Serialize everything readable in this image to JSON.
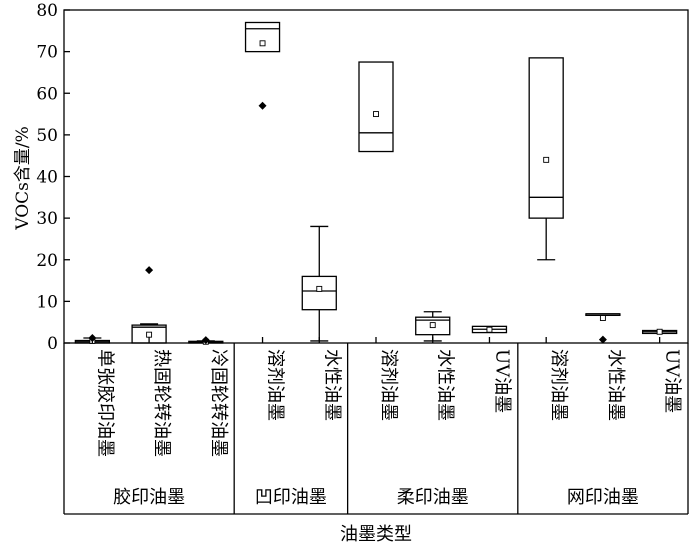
{
  "chart_data": {
    "type": "box",
    "title": "",
    "ylabel": "VOCs含量/%",
    "xlabel": "油墨类型",
    "ylim": [
      0,
      80
    ],
    "yticks": [
      0,
      10,
      20,
      30,
      40,
      50,
      60,
      70,
      80
    ],
    "grid": false,
    "groups": [
      {
        "label": "胶印油墨",
        "start": 0,
        "end": 3
      },
      {
        "label": "凹印油墨",
        "start": 3,
        "end": 5
      },
      {
        "label": "柔印油墨",
        "start": 5,
        "end": 8
      },
      {
        "label": "网印油墨",
        "start": 8,
        "end": 11
      }
    ],
    "categories": [
      {
        "label": "单张胶印油墨",
        "whisker_low": 0,
        "q1": 0,
        "median": 0.3,
        "q3": 0.6,
        "whisker_high": 1.2,
        "mean": 0.5,
        "outliers": [
          1.2
        ]
      },
      {
        "label": "热固轮转油墨",
        "whisker_low": 0,
        "q1": 0,
        "median": 3.8,
        "q3": 4.3,
        "whisker_high": 4.6,
        "mean": 2.0,
        "outliers": [
          17.5
        ]
      },
      {
        "label": "冷固轮转油墨",
        "whisker_low": 0,
        "q1": 0,
        "median": 0.2,
        "q3": 0.4,
        "whisker_high": 0.5,
        "mean": 0.3,
        "outliers": [
          0.7
        ]
      },
      {
        "label": "溶剂油墨",
        "whisker_low": 70,
        "q1": 70,
        "median": 75.5,
        "q3": 77,
        "whisker_high": 77,
        "mean": 72,
        "outliers": [
          57
        ]
      },
      {
        "label": "水性油墨",
        "whisker_low": 0.5,
        "q1": 8,
        "median": 12.5,
        "q3": 16,
        "whisker_high": 28,
        "mean": 13,
        "outliers": []
      },
      {
        "label": "溶剂油墨",
        "whisker_low": 46,
        "q1": 46,
        "median": 50.5,
        "q3": 67.5,
        "whisker_high": 67.5,
        "mean": 55,
        "outliers": []
      },
      {
        "label": "水性油墨",
        "whisker_low": 0.5,
        "q1": 2,
        "median": 5.5,
        "q3": 6.2,
        "whisker_high": 7.5,
        "mean": 4.3,
        "outliers": []
      },
      {
        "label": "UV油墨",
        "whisker_low": 2.5,
        "q1": 2.5,
        "median": 3.3,
        "q3": 4,
        "whisker_high": 4,
        "mean": 3.2,
        "outliers": []
      },
      {
        "label": "溶剂油墨",
        "whisker_low": 20,
        "q1": 30,
        "median": 35,
        "q3": 68.5,
        "whisker_high": 68.5,
        "mean": 44,
        "outliers": []
      },
      {
        "label": "水性油墨",
        "whisker_low": 7,
        "q1": 7,
        "median": 7,
        "q3": 7,
        "whisker_high": 7,
        "mean": 6,
        "outliers": [
          0.8
        ]
      },
      {
        "label": "UV油墨",
        "whisker_low": 2.3,
        "q1": 2.3,
        "median": 2.7,
        "q3": 3,
        "whisker_high": 3,
        "mean": 2.7,
        "outliers": []
      }
    ]
  }
}
